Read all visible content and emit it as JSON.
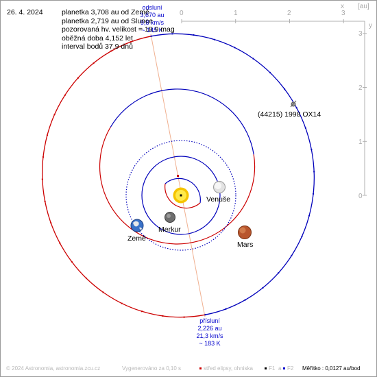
{
  "header": {
    "date": "26. 4. 2024",
    "info_lines": [
      "planetka 3,708 au od Země",
      "planetka 2,719 au od Slunce",
      "pozorovaná hv. velikost = 18,9 mag",
      "oběžná doba 4,152 let",
      "interval bodů 37,9 dnů"
    ]
  },
  "axes": {
    "x_label": "x",
    "y_label": "y",
    "unit": "[au]",
    "x_ticks": [
      "0",
      "1",
      "2",
      "3"
    ],
    "y_ticks": [
      "3",
      "2",
      "1",
      "0"
    ]
  },
  "asteroid": {
    "name": "(44215) 1998 OX14",
    "aphelion": {
      "title": "odsluní",
      "dist": "3,670 au",
      "speed": "9,8 km/s",
      "temp": "~ 145 K"
    },
    "perihelion": {
      "title": "přísluní",
      "dist": "2,226 au",
      "speed": "21,3 km/s",
      "temp": "~ 183 K"
    }
  },
  "planets": {
    "venus": "Venuše",
    "earth": "Země",
    "mercury": "Merkur",
    "mars": "Mars"
  },
  "footer": {
    "copyright": "© 2024 Astronomia, astronomia.zcu.cz",
    "generated": "Vygenerováno za 0,10 s",
    "legend_center": "střed elipsy, ohniska",
    "legend_f1": "F1",
    "legend_a": "a",
    "legend_f2": "F2",
    "scale": "Měřítko : 0,0127 au/bod"
  },
  "colors": {
    "asteroid_near": "#cc0000",
    "asteroid_far": "#0000bb",
    "planet_orbit_near": "#cc0000",
    "planet_orbit_far": "#0000bb",
    "axis": "#b0b0b0",
    "apsides_line": "#f0b090",
    "label_blue": "#0000cc"
  }
}
